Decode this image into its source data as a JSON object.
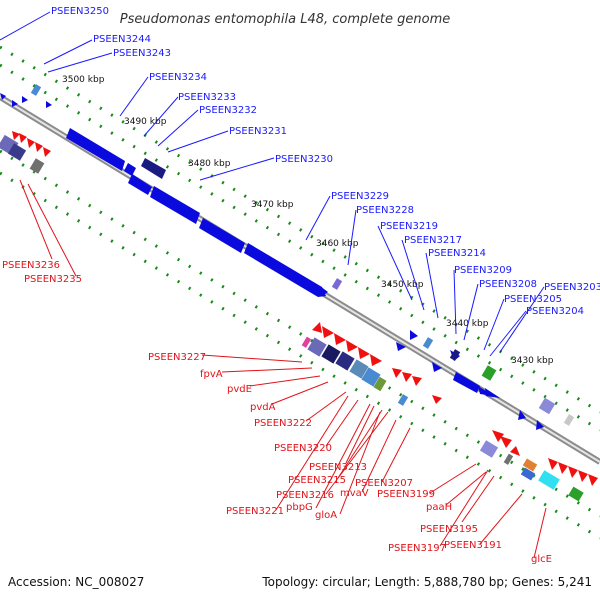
{
  "title": "Pseudomonas entomophila L48, complete genome",
  "footer": {
    "accession": "Accession: NC_008027",
    "summary": "Topology: circular; Length: 5,888,780 bp; Genes: 5,241"
  },
  "ticks": [
    "3500 kbp",
    "3490 kbp",
    "3480 kbp",
    "3470 kbp",
    "3460 kbp",
    "3450 kbp",
    "3440 kbp",
    "3430 kbp"
  ],
  "labels_top": [
    "PSEEN3250",
    "PSEEN3244",
    "PSEEN3243",
    "PSEEN3234",
    "PSEEN3233",
    "PSEEN3232",
    "PSEEN3231",
    "PSEEN3230",
    "PSEEN3229",
    "PSEEN3228",
    "PSEEN3219",
    "PSEEN3217",
    "PSEEN3214",
    "PSEEN3209",
    "PSEEN3208",
    "PSEEN3205",
    "PSEEN3204",
    "PSEEN3203"
  ],
  "labels_bottom": [
    "PSEEN3236",
    "PSEEN3235",
    "PSEEN3227",
    "fpvA",
    "pvdE",
    "pvdA",
    "PSEEN3222",
    "PSEEN3220",
    "PSEEN3213",
    "PSEEN3215",
    "PSEEN3216",
    "PSEEN3221",
    "pbpG",
    "mvaV",
    "PSEEN3207",
    "gloA",
    "PSEEN3199",
    "paaH",
    "PSEEN3195",
    "PSEEN3197",
    "PSEEN3191",
    "glcE"
  ],
  "colors": {
    "backbone": "#8c8c8c",
    "gene_blue": "#0a0adf",
    "gene_red": "#f01010",
    "tick_green": "#1a8a1a",
    "label_blue": "#1a1aff",
    "label_red": "#e0141a"
  }
}
